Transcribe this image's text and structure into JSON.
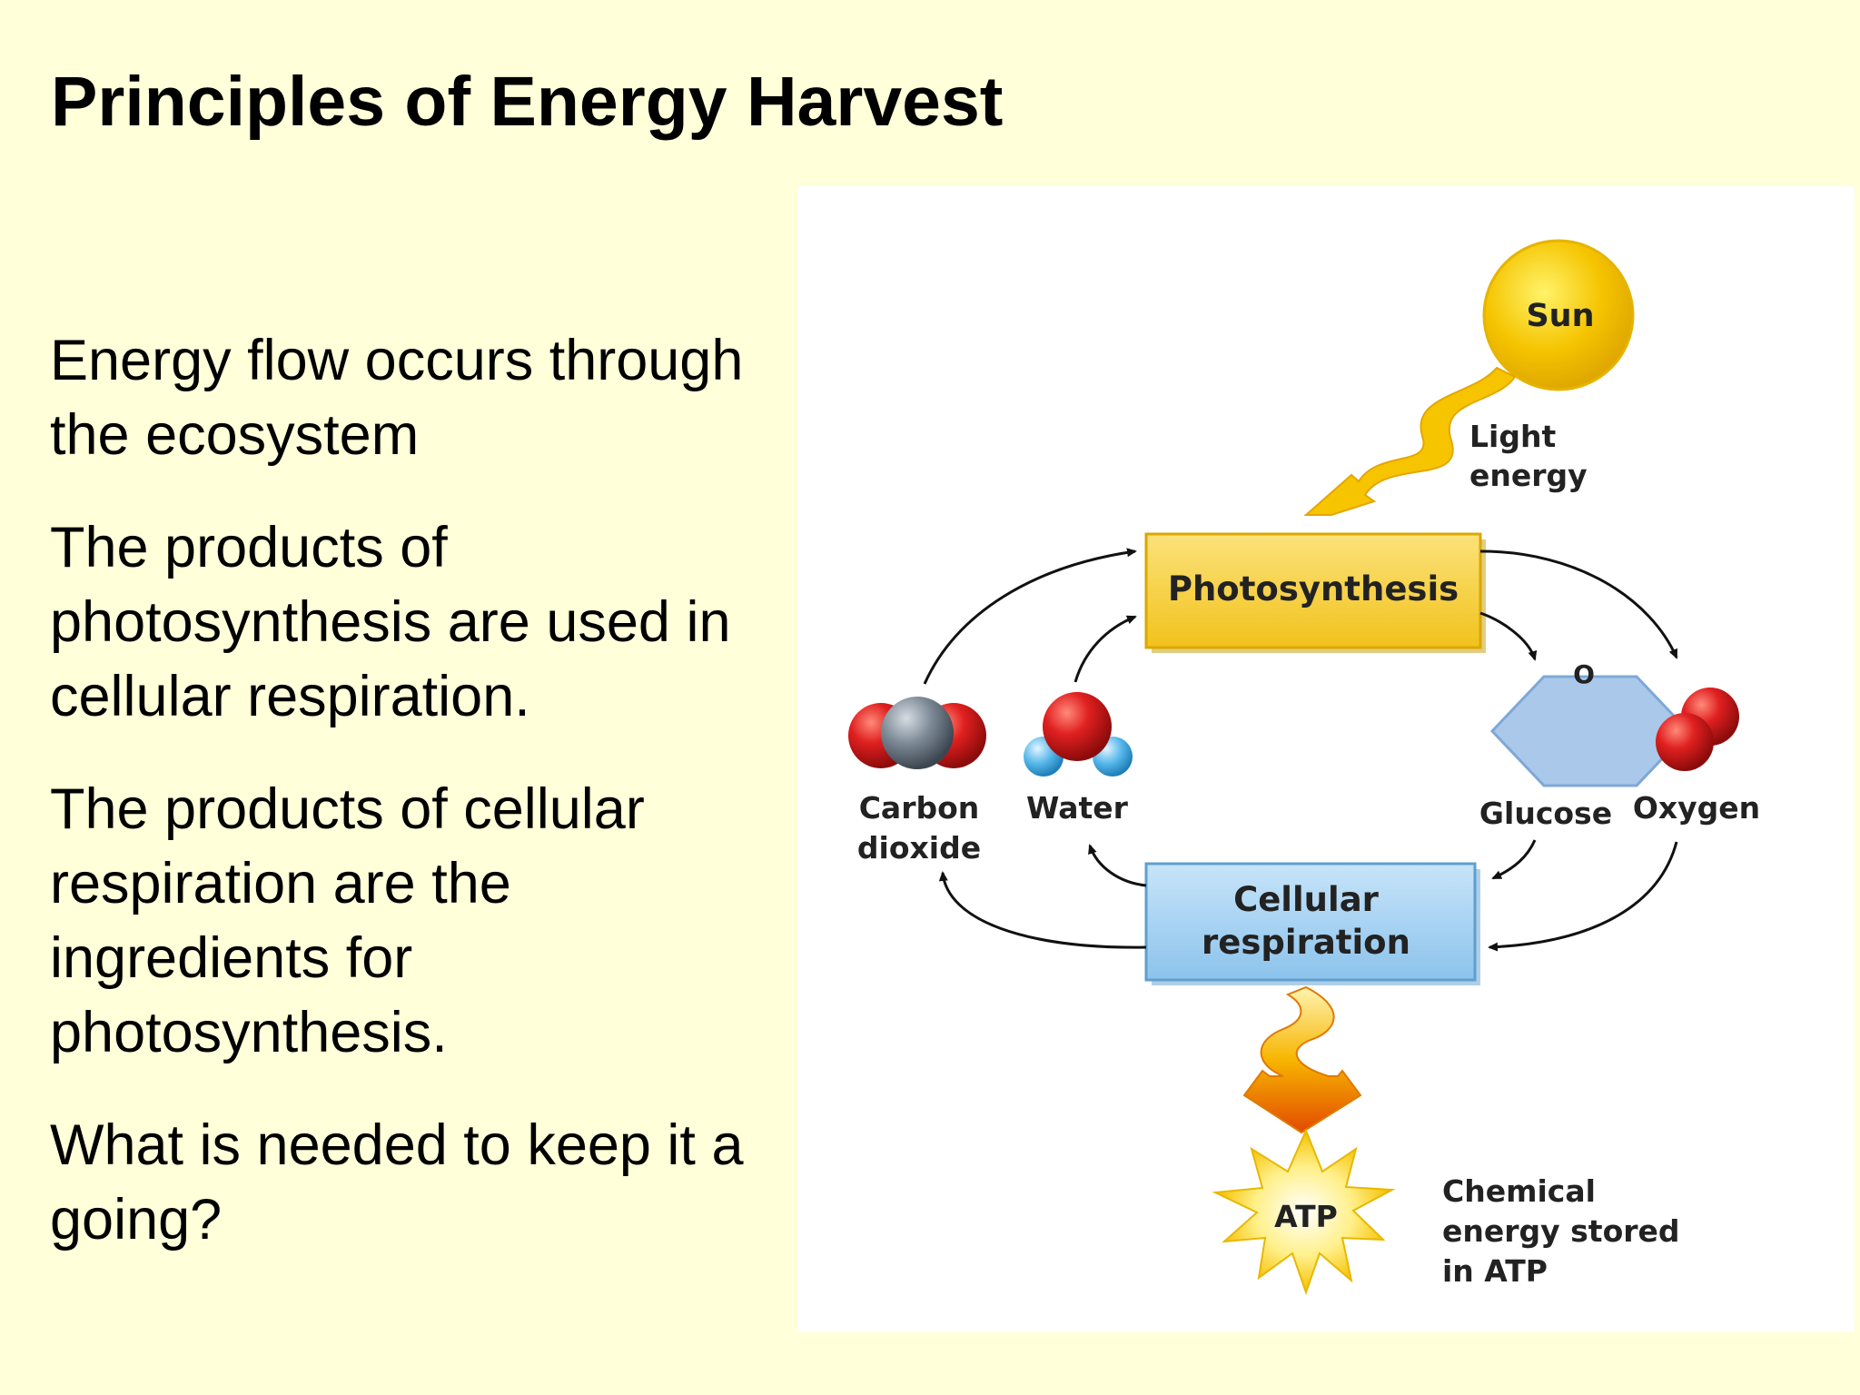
{
  "slide": {
    "title": "Principles of Energy Harvest",
    "bullets": [
      "Energy flow occurs through\nthe ecosystem",
      "The products of\nphotosynthesis are used in\ncellular respiration.",
      "The products of cellular\nrespiration are the\ningredients for\nphotosynthesis.",
      "What is needed to keep it a\ngoing?"
    ]
  },
  "diagram": {
    "sun_label": "Sun",
    "light_energy_label": [
      "Light",
      "energy"
    ],
    "photosynthesis_label": "Photosynthesis",
    "cellular_respiration_label": [
      "Cellular",
      "respiration"
    ],
    "carbon_dioxide_label": [
      "Carbon",
      "dioxide"
    ],
    "water_label": "Water",
    "glucose_label": "Glucose",
    "oxygen_label": "Oxygen",
    "glucose_ring_atom": "O",
    "atp_label": "ATP",
    "chemical_energy_label": [
      "Chemical",
      "energy stored",
      "in ATP"
    ],
    "colors": {
      "sun": "#f5c400",
      "photosynthesis_box": "#f7d23a",
      "respiration_box": "#9fcdf0",
      "glucose": "#a9c8ea",
      "oxygen_atom": "#d41f1f",
      "carbon_atom": "#7d8a96",
      "hydrogen_atom": "#56b7ea",
      "arrow_fill": "#f0a400"
    }
  }
}
